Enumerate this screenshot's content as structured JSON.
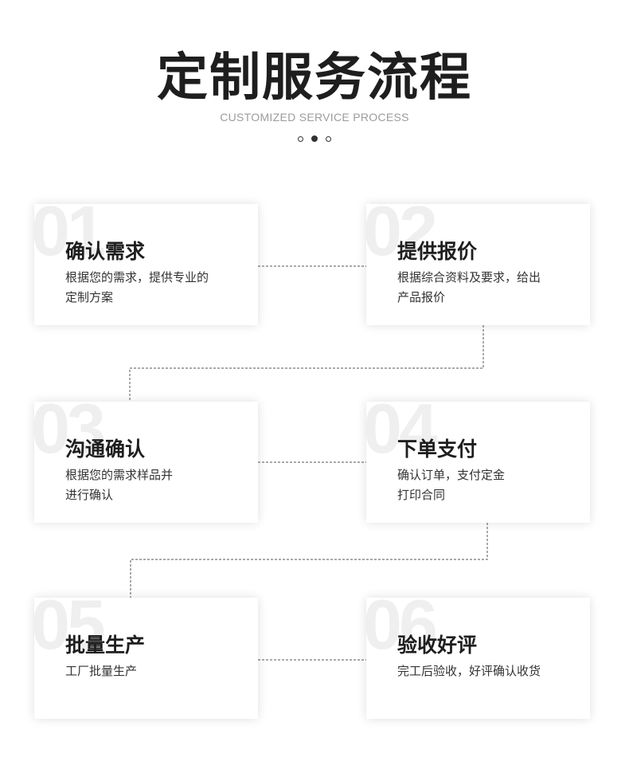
{
  "header": {
    "title": "定制服务流程",
    "subtitle": "CUSTOMIZED SERVICE PROCESS"
  },
  "steps": [
    {
      "number": "01",
      "title": "确认需求",
      "desc_line1": "根据您的需求，提供专业的",
      "desc_line2": "定制方案"
    },
    {
      "number": "02",
      "title": "提供报价",
      "desc_line1": "根据综合资料及要求，给出",
      "desc_line2": "产品报价"
    },
    {
      "number": "03",
      "title": "沟通确认",
      "desc_line1": "根据您的需求样品并",
      "desc_line2": "进行确认"
    },
    {
      "number": "04",
      "title": "下单支付",
      "desc_line1": "确认订单，支付定金",
      "desc_line2": "打印合同"
    },
    {
      "number": "05",
      "title": "批量生产",
      "desc_line1": "工厂批量生产",
      "desc_line2": ""
    },
    {
      "number": "06",
      "title": "验收好评",
      "desc_line1": "完工后验收，好评确认收货",
      "desc_line2": ""
    }
  ]
}
